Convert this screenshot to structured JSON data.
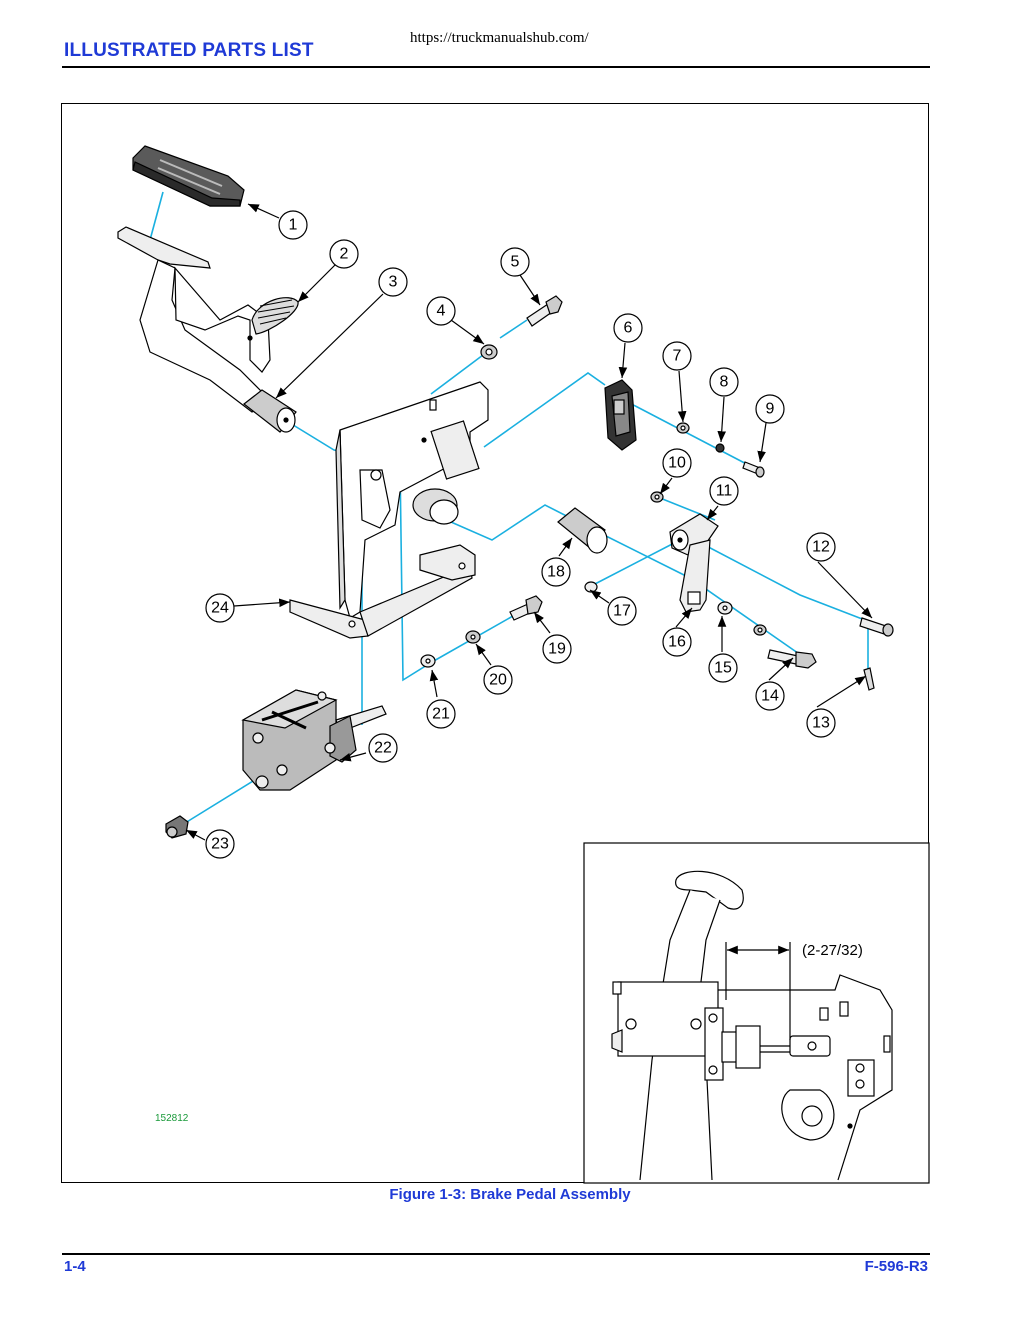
{
  "header": {
    "url": "https://truckmanualshub.com/",
    "title": "ILLUSTRATED PARTS LIST"
  },
  "figure": {
    "caption": "Figure 1-3:  Brake Pedal Assembly",
    "drawing_number": "152812",
    "callouts": [
      "1",
      "2",
      "3",
      "4",
      "5",
      "6",
      "7",
      "8",
      "9",
      "10",
      "11",
      "12",
      "13",
      "14",
      "15",
      "16",
      "17",
      "18",
      "19",
      "20",
      "21",
      "22",
      "23",
      "24"
    ],
    "inset_dimension": "(2-27/32)",
    "leader_color": "#1ab0e0"
  },
  "footer": {
    "page": "1-4",
    "doc_id": "F-596-R3"
  }
}
